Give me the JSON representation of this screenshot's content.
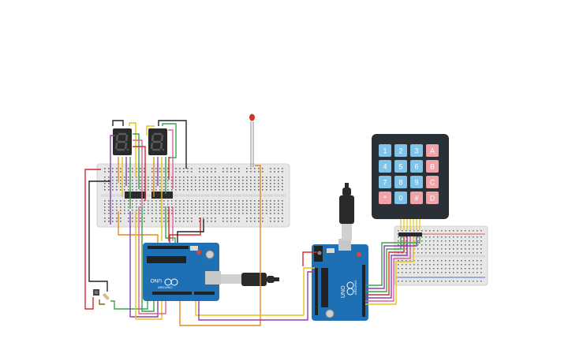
{
  "keypad": {
    "keys": [
      "1",
      "2",
      "3",
      "A",
      "4",
      "5",
      "6",
      "B",
      "7",
      "8",
      "9",
      "C",
      "*",
      "0",
      "#",
      "D"
    ],
    "colors": {
      "digit": "#7fc4e8",
      "letter": "#f0a3a8",
      "symbol": "#f0a3a8",
      "frame": "#2b2f36"
    }
  },
  "arduino_left": {
    "logo": "UNO",
    "brand": "ARDUINO"
  },
  "arduino_right": {
    "logo": "UNO",
    "brand": "ARDUINO"
  },
  "colors": {
    "board": "#1f6fb4",
    "breadboard": "#e6e6e6",
    "display": "#2a2a2a",
    "wire_red": "#d62a2a",
    "wire_black": "#222222",
    "wire_green": "#3aa24a",
    "wire_yellow": "#e8c315",
    "wire_orange": "#e68a1a",
    "wire_purple": "#8b3fb0",
    "wire_pink": "#e0609a",
    "wire_brown": "#8a5a2b"
  }
}
